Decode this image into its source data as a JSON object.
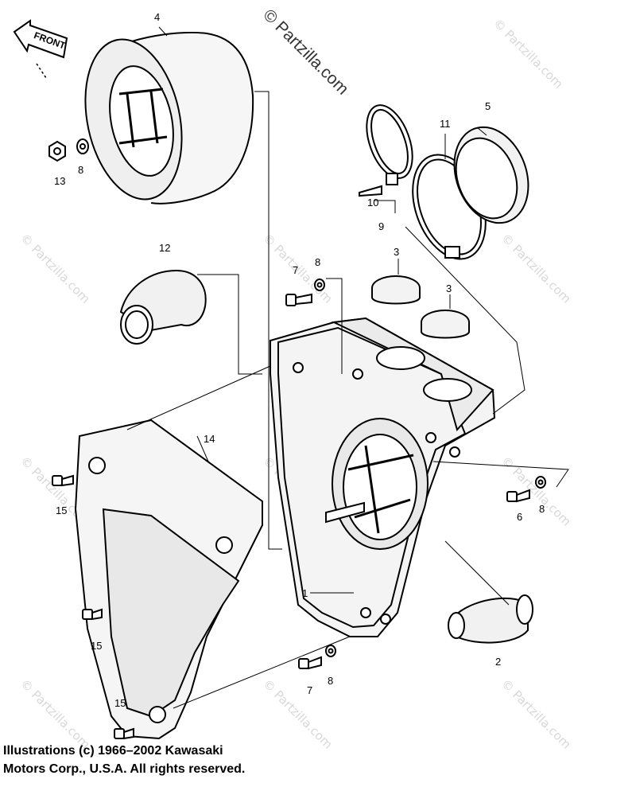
{
  "diagram": {
    "watermark_top": "© Partzilla.com",
    "watermark_text": "© Partzilla.com",
    "front_label": "FRONT",
    "credit_line1": "Illustrations (c) 1966–2002 Kawasaki",
    "credit_line2": "Motors Corp., U.S.A.  All rights reserved.",
    "callouts": {
      "c1": "1",
      "c2": "2",
      "c3a": "3",
      "c3b": "3",
      "c4": "4",
      "c5": "5",
      "c6": "6",
      "c7a": "7",
      "c7b": "7",
      "c8a": "8",
      "c8b": "8",
      "c8c": "8",
      "c8d": "8",
      "c9": "9",
      "c10": "10",
      "c11": "11",
      "c12": "12",
      "c13": "13",
      "c14": "14",
      "c15a": "15",
      "c15b": "15",
      "c15c": "15"
    }
  }
}
